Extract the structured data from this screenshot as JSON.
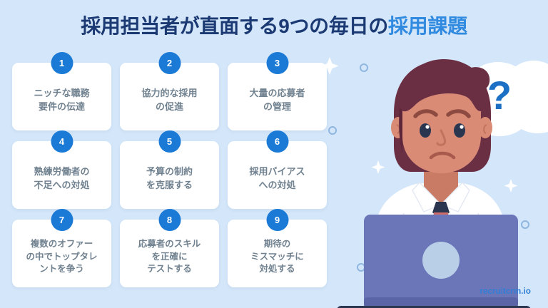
{
  "header": {
    "title_main": "採用担当者が直面する9つの毎日の",
    "title_accent": "採用課題",
    "title_full": "採用担当者が直面する9つの毎日の採用課題"
  },
  "colors": {
    "background": "#d4e6f9",
    "title_dark": "#1b3a73",
    "title_accent": "#2f8ae0",
    "badge": "#1b7ad6",
    "card_bg": "#ffffff",
    "card_text": "#70818f",
    "brand": "#2f7fd6",
    "question_mark": "#1b6fc4",
    "hair": "#6b2f44",
    "skin": "#d98b75",
    "shirt": "#ffffff",
    "tie": "#cf6d68",
    "laptop": "#6b76b8",
    "desk": "#2a3550",
    "sparkle": "#ffffff",
    "circle_outline": "#8fb6e0"
  },
  "cards": [
    {
      "number": "1",
      "text": "ニッチな職務\n要件の伝達",
      "lines": 2
    },
    {
      "number": "2",
      "text": "協力的な採用\nの促進",
      "lines": 2
    },
    {
      "number": "3",
      "text": "大量の応募者\nの管理",
      "lines": 2
    },
    {
      "number": "4",
      "text": "熟練労働者の\n不足への対処",
      "lines": 2
    },
    {
      "number": "5",
      "text": "予算の制約\nを克服する",
      "lines": 2
    },
    {
      "number": "6",
      "text": "採用バイアス\nへの対処",
      "lines": 2
    },
    {
      "number": "7",
      "text": "複数のオファー\nの中でトップタレ\nントを争う",
      "lines": 3
    },
    {
      "number": "8",
      "text": "応募者のスキル\nを正確に\nテストする",
      "lines": 3
    },
    {
      "number": "9",
      "text": "期待の\nミスマッチに\n対処する",
      "lines": 3
    }
  ],
  "illustration": {
    "subject": "confused-office-worker-with-laptop",
    "thought_bubble_symbol": "?"
  },
  "footer": {
    "brand": "recruitcrm.io"
  }
}
